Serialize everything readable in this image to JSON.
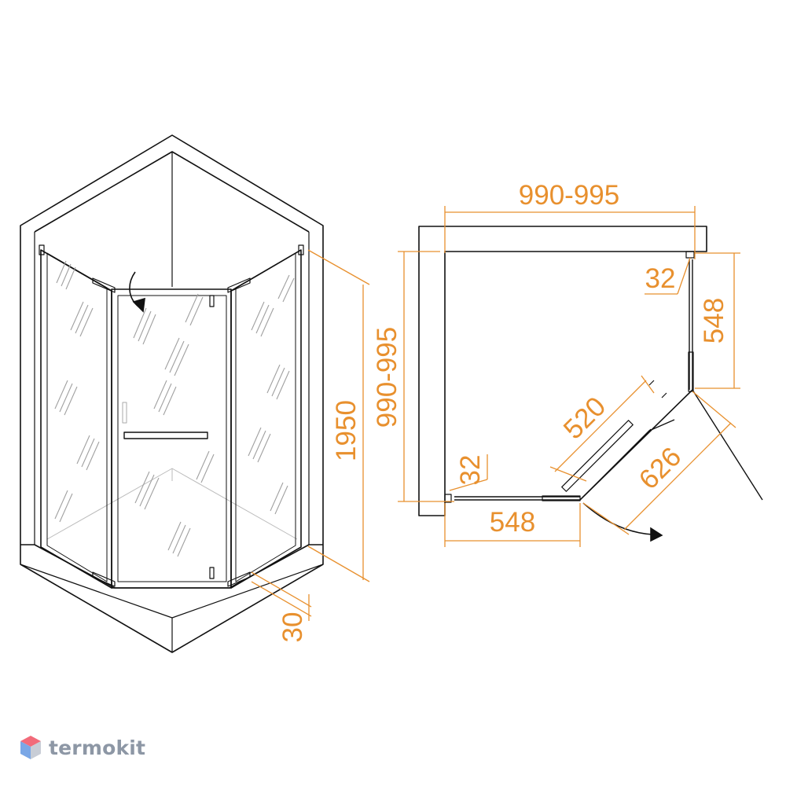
{
  "dimensions": {
    "front_height": "1950",
    "front_base": "30",
    "plan_top_width": "990-995",
    "plan_left_depth": "990-995",
    "plan_top_gap": "32",
    "plan_right_panel": "548",
    "plan_bottom_panel": "548",
    "plan_left_gap": "32",
    "plan_door_opening": "520",
    "plan_door_diag": "626"
  },
  "brand": {
    "name": "termokit",
    "icon": "cube-logo-icon",
    "color": "#8d97a5"
  },
  "colors": {
    "dimension": "#e8902e",
    "line": "#111111",
    "glass_hatch": "#9a9a9a"
  }
}
